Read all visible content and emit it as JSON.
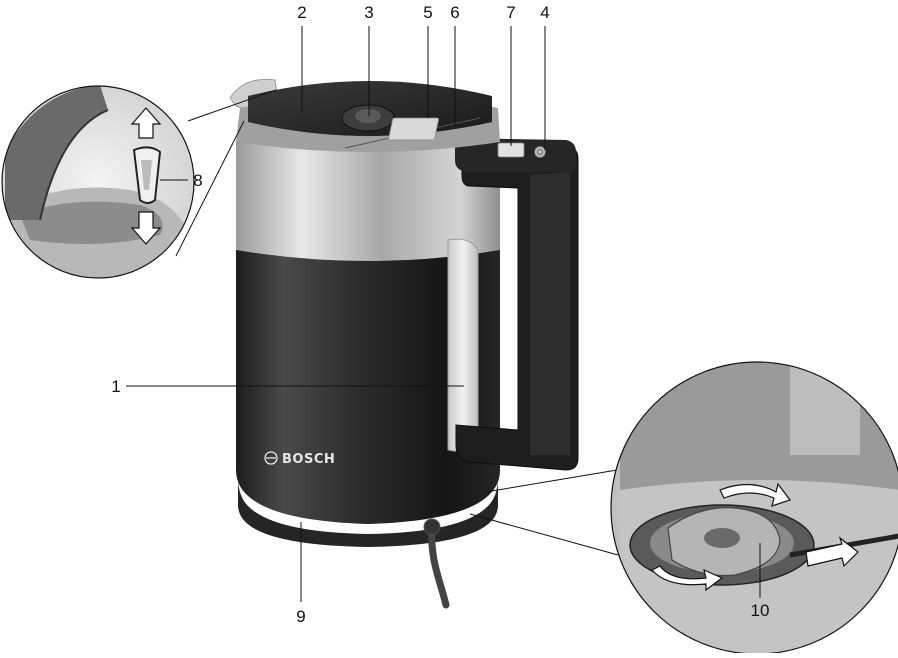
{
  "brand": "BOSCH",
  "callouts": {
    "c1": "1",
    "c2": "2",
    "c3": "3",
    "c4": "4",
    "c5": "5",
    "c6": "6",
    "c7": "7",
    "c8": "8",
    "c9": "9",
    "c10": "10"
  },
  "colors": {
    "body_dark": "#2a2a2a",
    "steel": "#bdbdbd",
    "handle": "#1e1e1e",
    "window": "#d8d8d8"
  }
}
